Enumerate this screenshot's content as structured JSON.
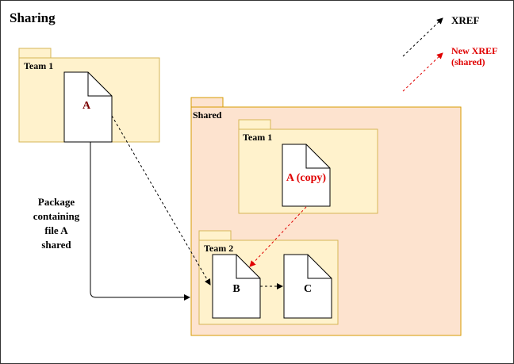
{
  "title": "Sharing",
  "legend": {
    "xref": "XREF",
    "new_xref_line1": "New XREF",
    "new_xref_line2": "(shared)",
    "xref_color": "#000000",
    "new_xref_color": "#ff0000"
  },
  "packages": {
    "team1_top": {
      "label": "Team 1"
    },
    "shared": {
      "label": "Shared"
    },
    "shared_team1": {
      "label": "Team 1"
    },
    "shared_team2": {
      "label": "Team 2"
    }
  },
  "files": {
    "a": "A",
    "a_copy": "A (copy)",
    "b": "B",
    "c": "C"
  },
  "annotation": {
    "line1": "Package",
    "line2": "containing",
    "line3": "file A",
    "line4": "shared"
  },
  "colors": {
    "package_fill": "#fff2cc",
    "package_stroke": "#d6b656",
    "shared_fill": "#fde3cf",
    "shared_stroke": "#d79b00",
    "red": "#e00000"
  }
}
